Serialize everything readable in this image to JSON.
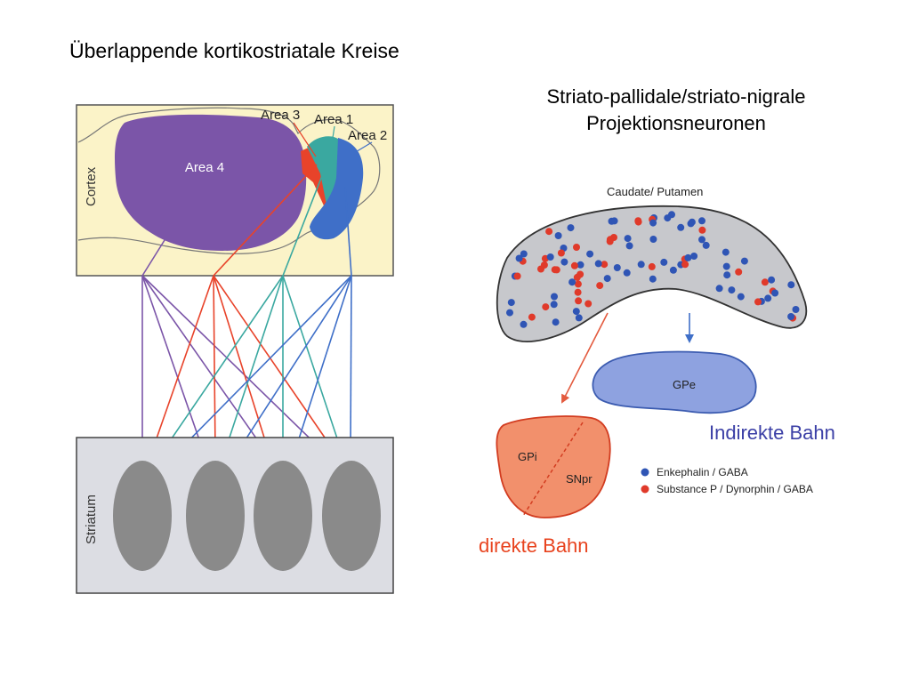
{
  "title": "Überlappende kortikostriatale Kreise",
  "right_title": {
    "line1": "Striato-pallidale/striato-nigrale",
    "line2": "Projektionsneuronen"
  },
  "cortex_panel": {
    "side_label": "Cortex",
    "areas": {
      "area4": "Area 4",
      "area3": "Area 3",
      "area1": "Area 1",
      "area2": "Area 2"
    }
  },
  "striatum_panel": {
    "side_label": "Striatum"
  },
  "basal_ganglia": {
    "caudate_label": "Caudate/ Putamen",
    "gpe_label": "GPe",
    "gpi_label": "GPi",
    "snpr_label": "SNpr"
  },
  "legend": [
    {
      "label": "Enkephalin / GABA",
      "color": "#2f55b5"
    },
    {
      "label": "Substance P / Dynorphin / GABA",
      "color": "#e03a2a"
    }
  ],
  "pathways": {
    "indirect": "Indirekte Bahn",
    "direct": "direkte Bahn"
  },
  "colors": {
    "area4": "#7b55a8",
    "area3": "#e8432a",
    "area1": "#3aa8a0",
    "area2": "#3f6fc8",
    "indirect_text": "#3b3fa6",
    "direct_text": "#e8431e"
  }
}
